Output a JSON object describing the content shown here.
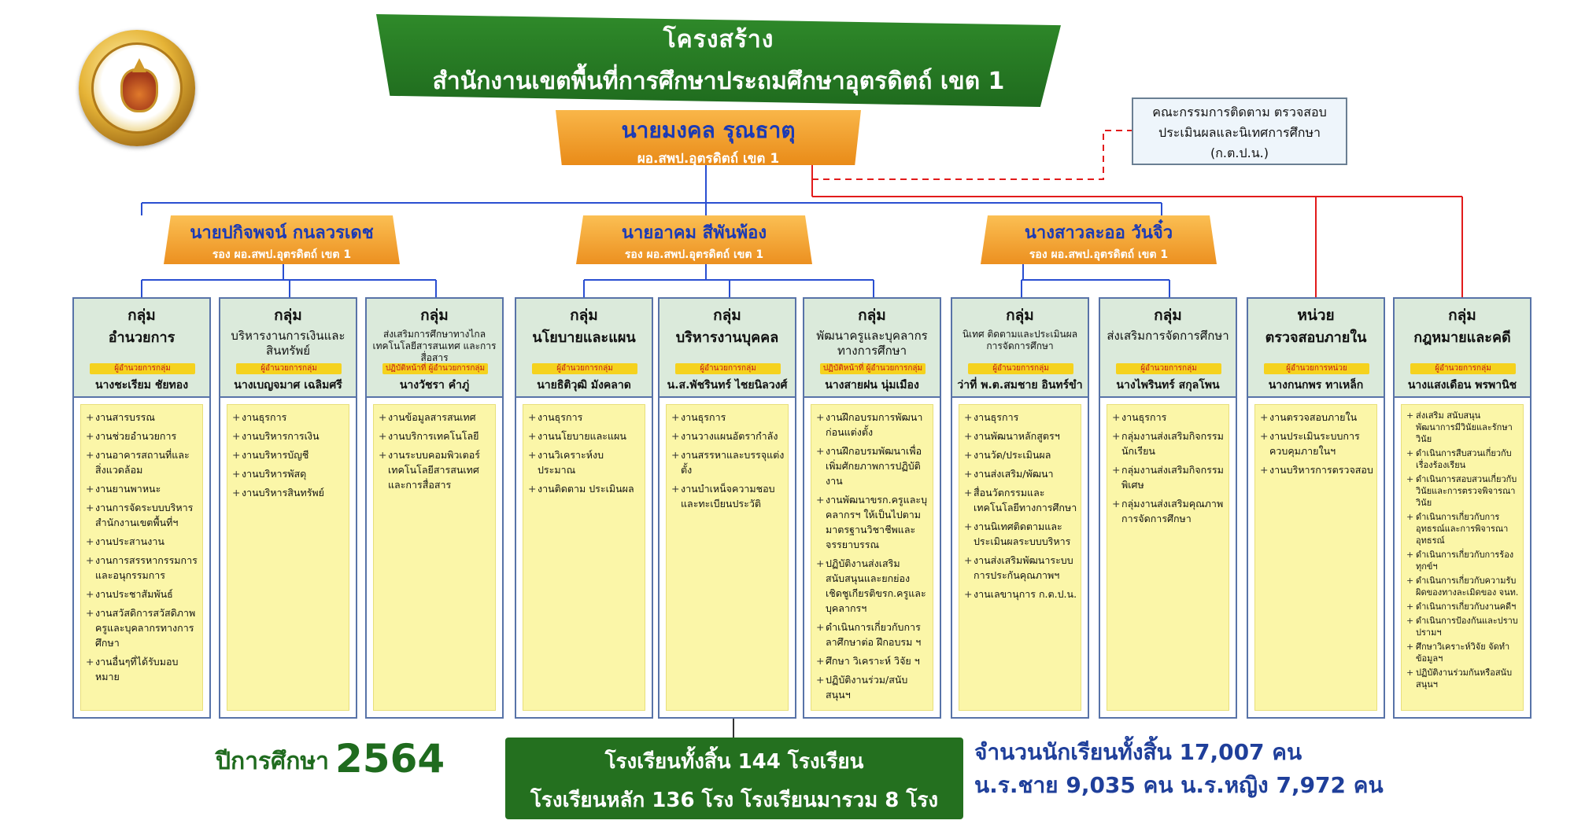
{
  "header": {
    "title_line1": "โครงสร้าง",
    "title_line2": "สำนักงานเขตพื้นที่การศึกษาประถมศึกษาอุตรดิตถ์ เขต 1"
  },
  "director": {
    "name": "นายมงคล รุณธาตุ",
    "role": "ผอ.สพป.อุตรดิตถ์ เขต 1"
  },
  "committee": {
    "line1": "คณะกรรมการติดตาม ตรวจสอบ",
    "line2": "ประเมินผลและนิเทศการศึกษา",
    "line3": "(ก.ต.ป.น.)"
  },
  "deputies": [
    {
      "name": "นายปกิจพจน์ กนลวรเดช",
      "role": "รอง ผอ.สพป.อุตรดิตถ์ เขต 1"
    },
    {
      "name": "นายอาคม สีพันพ้อง",
      "role": "รอง ผอ.สพป.อุตรดิตถ์ เขต 1"
    },
    {
      "name": "นางสาวละออ วันจิ๋ว",
      "role": "รอง ผอ.สพป.อุตรดิตถ์ เขต 1"
    }
  ],
  "groups": [
    {
      "label": "กลุ่ม",
      "title": "อำนวยการ",
      "badge": "ผู้อำนวยการกลุ่ม",
      "head": "นางชะเรียม ชัยทอง",
      "items": [
        "งานสารบรรณ",
        "งานช่วยอำนวยการ",
        "งานอาคารสถานที่และสิ่งแวดล้อม",
        "งานยานพาหนะ",
        "งานการจัดระบบบริหารสำนักงานเขตพื้นที่ฯ",
        "งานประสานงาน",
        "งานการสรรหากรรมการและอนุกรรมการ",
        "งานประชาสัมพันธ์",
        "งานสวัสดิการสวัสดิภาพครูและบุคลากรทางการศึกษา",
        "งานอื่นๆที่ได้รับมอบหมาย"
      ]
    },
    {
      "label": "กลุ่ม",
      "title": "บริหารงานการเงินและสินทรัพย์",
      "badge": "ผู้อำนวยการกลุ่ม",
      "head": "นางเบญจมาศ เฉลิมศรี",
      "items": [
        "งานธุรการ",
        "งานบริหารการเงิน",
        "งานบริหารบัญชี",
        "งานบริหารพัสดุ",
        "งานบริหารสินทรัพย์"
      ]
    },
    {
      "label": "กลุ่ม",
      "title": "ส่งเสริมการศึกษาทางไกล เทคโนโลยีสารสนเทศ และการสื่อสาร",
      "badge": "ปฏิบัติหน้าที่ ผู้อำนวยการกลุ่ม",
      "head": "นางวัชรา คำภู่",
      "items": [
        "งานข้อมูลสารสนเทศ",
        "งานบริการเทคโนโลยี",
        "งานระบบคอมพิวเตอร์ เทคโนโลยีสารสนเทศและการสื่อสาร"
      ]
    },
    {
      "label": "กลุ่ม",
      "title": "นโยบายและแผน",
      "badge": "ผู้อำนวยการกลุ่ม",
      "head": "นายธิติวุฒิ มังคลาด",
      "items": [
        "งานธุรการ",
        "งานนโยบายและแผน",
        "งานวิเคราะห์งบประมาณ",
        "งานติดตาม ประเมินผล"
      ]
    },
    {
      "label": "กลุ่ม",
      "title": "บริหารงานบุคคล",
      "badge": "ผู้อำนวยการกลุ่ม",
      "head": "น.ส.พัชรินทร์ ไชยนิลวงศ์",
      "items": [
        "งานธุรการ",
        "งานวางแผนอัตรากำลัง",
        "งานสรรหาและบรรจุแต่งตั้ง",
        "งานบำเหน็จความชอบและทะเบียนประวัติ"
      ]
    },
    {
      "label": "กลุ่ม",
      "title": "พัฒนาครูและบุคลากรทางการศึกษา",
      "badge": "ปฏิบัติหน้าที่ ผู้อำนวยการกลุ่ม",
      "head": "นางสายฝน นุ่มเมือง",
      "items": [
        "งานฝึกอบรมการพัฒนาก่อนแต่งตั้ง",
        "งานฝึกอบรมพัฒนาเพื่อเพิ่มศักยภาพการปฏิบัติงาน",
        "งานพัฒนาขรก.ครูและบุคลากรฯ ให้เป็นไปตามมาตรฐานวิชาชีพและจรรยาบรรณ",
        "ปฏิบัติงานส่งเสริมสนับสนุนและยกย่องเชิดชูเกียรติขรก.ครูและบุคลากรฯ",
        "ดำเนินการเกี่ยวกับการลาศึกษาต่อ ฝึกอบรม ฯ",
        "ศึกษา วิเคราะห์ วิจัย ฯ",
        "ปฏิบัติงานร่วม/สนับสนุนฯ"
      ]
    },
    {
      "label": "กลุ่ม",
      "title": "นิเทศ ติดตามและประเมินผลการจัดการศึกษา",
      "badge": "ผู้อำนวยการกลุ่ม",
      "head": "ว่าที่ พ.ต.สมชาย อินทร์ขำ",
      "items": [
        "งานธุรการ",
        "งานพัฒนาหลักสูตรฯ",
        "งานวัด/ประเมินผล",
        "งานส่งเสริม/พัฒนา",
        "สื่อนวัตกรรมและเทคโนโลยีทางการศึกษา",
        "งานนิเทศติดตามและประเมินผลระบบบริหาร",
        "งานส่งเสริมพัฒนาระบบการประกันคุณภาพฯ",
        "งานเลขานุการ ก.ต.ป.น."
      ]
    },
    {
      "label": "กลุ่ม",
      "title": "ส่งเสริมการจัดการศึกษา",
      "badge": "ผู้อำนวยการกลุ่ม",
      "head": "นางไพรินทร์ สกุลโพน",
      "items": [
        "งานธุรการ",
        "กลุ่มงานส่งเสริมกิจกรรมนักเรียน",
        "กลุ่มงานส่งเสริมกิจกรรมพิเศษ",
        "กลุ่มงานส่งเสริมคุณภาพการจัดการศึกษา"
      ]
    },
    {
      "label": "หน่วย",
      "title": "ตรวจสอบภายใน",
      "badge": "ผู้อำนวยการหน่วย",
      "head": "นางกนกพร ทาเหล็ก",
      "items": [
        "งานตรวจสอบภายใน",
        "งานประเมินระบบการควบคุมภายในฯ",
        "งานบริหารการตรวจสอบ"
      ]
    },
    {
      "label": "กลุ่ม",
      "title": "กฎหมายและคดี",
      "badge": "ผู้อำนวยการกลุ่ม",
      "head": "นางแสงเดือน พรพานิช",
      "items": [
        "ส่งเสริม สนับสนุน พัฒนาการมีวินัยและรักษาวินัย",
        "ดำเนินการสืบสวนเกี่ยวกับเรื่องร้องเรียน",
        "ดำเนินการสอบสวนเกี่ยวกับวินัยและการตรวจพิจารณาวินัย",
        "ดำเนินการเกี่ยวกับการอุทธรณ์และการพิจารณาอุทธรณ์",
        "ดำเนินการเกี่ยวกับการร้องทุกข์ฯ",
        "ดำเนินการเกี่ยวกับความรับผิดของทางละเมิดของ จนท.",
        "ดำเนินการเกี่ยวกับงานคดีฯ",
        "ดำเนินการป้องกันและปราบปรามฯ",
        "ศึกษาวิเคราะห์วิจัย จัดทำข้อมูลฯ",
        "ปฏิบัติงานร่วมกันหรือสนับสนุนฯ"
      ]
    }
  ],
  "footer": {
    "year_label": "ปีการศึกษา",
    "year_value": "2564",
    "schools_line1": "โรงเรียนทั้งสิ้น 144 โรงเรียน",
    "schools_line2": "โรงเรียนหลัก 136 โรง โรงเรียนมารวม 8 โรง",
    "students_line1": "จำนวนนักเรียนทั้งสิ้น 17,007 คน",
    "students_line2": "น.ร.ชาย 9,035 คน น.ร.หญิง 7,972 คน"
  },
  "colors": {
    "banner_green": "#1f6b1e",
    "orange": "#ec9020",
    "name_blue": "#1b3ab5",
    "yellow_panel": "#fbf6a8",
    "line_blue": "#2a4fd1",
    "line_red": "#e21b1b"
  }
}
